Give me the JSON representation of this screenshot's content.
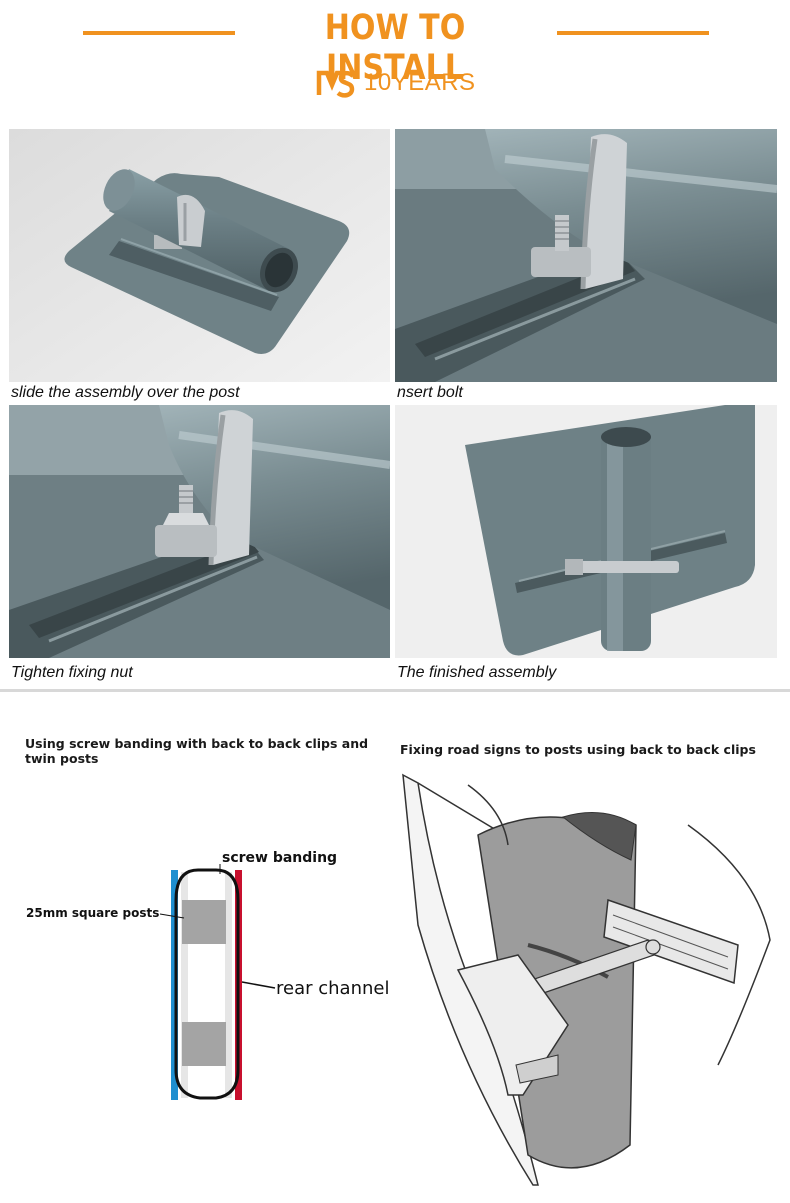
{
  "header": {
    "title": "HOW TO INSTALL",
    "brand": "10YEARS",
    "accent_color": "#f0921f"
  },
  "steps": [
    {
      "caption": "slide the assembly over the post"
    },
    {
      "caption": "nsert bolt"
    },
    {
      "caption": "Tighten fixing nut"
    },
    {
      "caption": "The finished assembly"
    }
  ],
  "diagram_left": {
    "title": "Using screw banding with back to back clips and twin posts",
    "label_banding": "screw banding",
    "label_posts": "25mm square posts",
    "label_channel": "rear channel"
  },
  "diagram_right": {
    "title": "Fixing road signs to posts using back to back clips"
  }
}
